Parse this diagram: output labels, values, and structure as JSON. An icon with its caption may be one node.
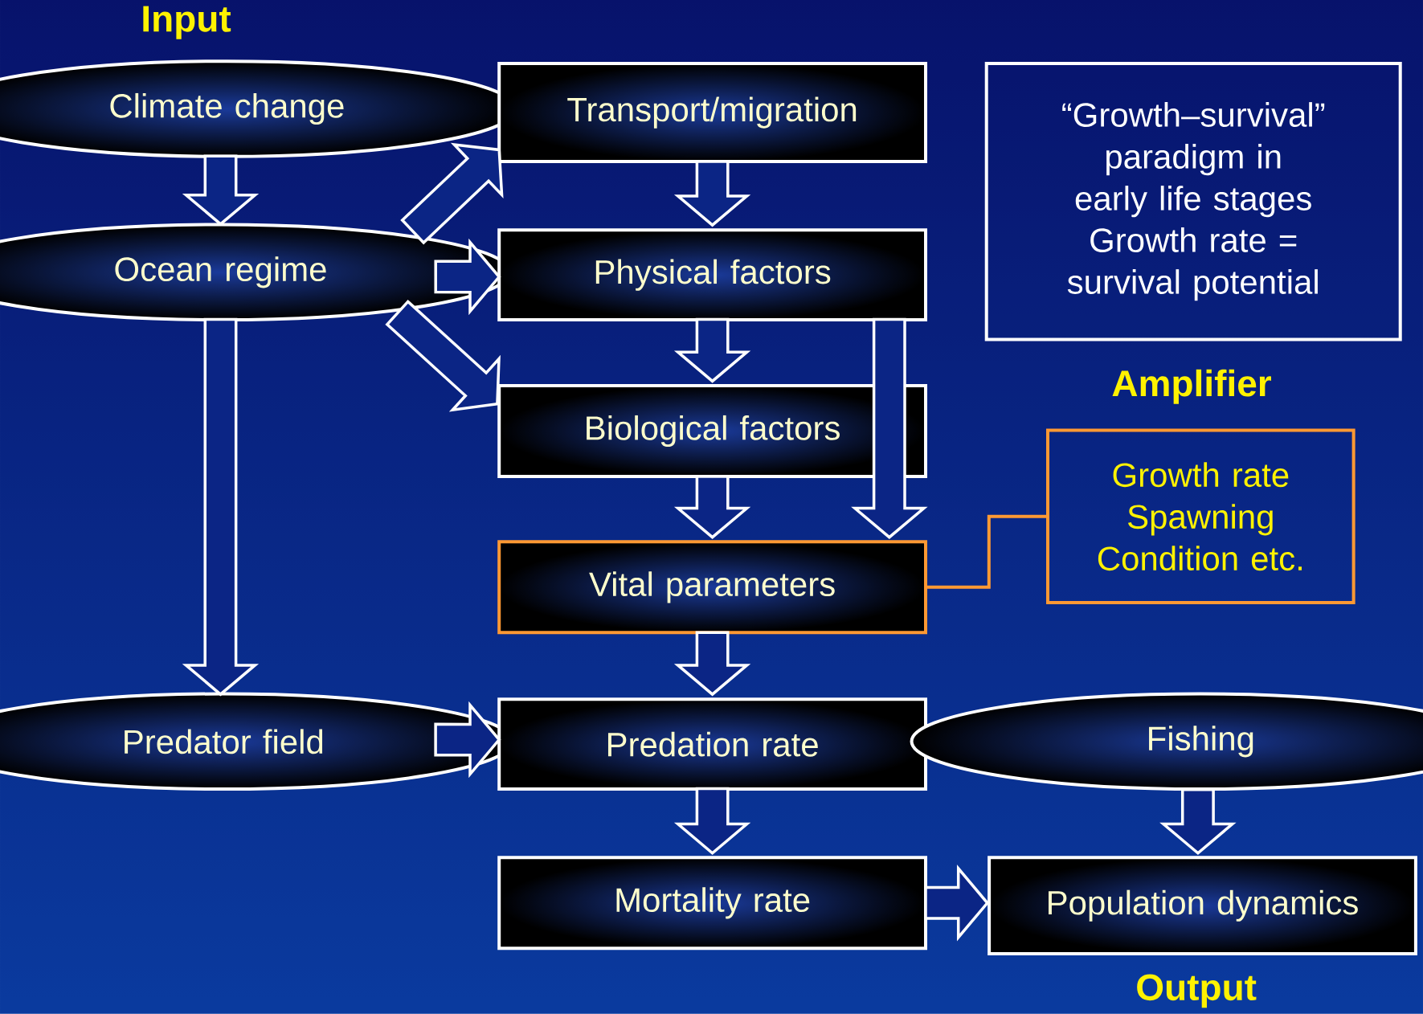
{
  "diagram": {
    "nodes": [
      {
        "text": [
          "Climate change"
        ]
      },
      {
        "text": [
          "Transport/migration"
        ]
      },
      {
        "text": [
          "“Growth–survival” paradigm in early life stages",
          "Growth rate = survival potential"
        ]
      },
      {
        "text": [
          "Ocean regime"
        ]
      },
      {
        "text": [
          "Physical factors"
        ]
      },
      {
        "text": [
          "Biological factors"
        ]
      },
      {
        "text": [
          "Growth rate Spawning Condition etc."
        ]
      },
      {
        "text": [
          "Vital parameters"
        ]
      },
      {
        "text": [
          "Predator field"
        ]
      },
      {
        "text": [
          "Predation rate"
        ]
      },
      {
        "text": [
          "Fishing"
        ]
      },
      {
        "text": [
          "Mortality rate"
        ]
      },
      {
        "text": [
          "Population dynamics"
        ]
      }
    ],
    "edges": [
      {
        "from": 0,
        "to": 3,
        "arrow": "to"
      },
      {
        "from": 3,
        "to": 1,
        "arrow": "to"
      },
      {
        "from": 3,
        "to": 4,
        "arrow": "to"
      },
      {
        "from": 3,
        "to": 5,
        "arrow": "to"
      },
      {
        "from": 3,
        "to": 8,
        "arrow": "to"
      },
      {
        "from": 1,
        "to": 4,
        "arrow": "to"
      },
      {
        "from": 4,
        "to": 5,
        "arrow": "to"
      },
      {
        "from": 4,
        "to": 7,
        "arrow": "to"
      },
      {
        "from": 5,
        "to": 7,
        "arrow": "to"
      },
      {
        "from": 7,
        "to": 9,
        "arrow": "to"
      },
      {
        "from": 8,
        "to": 9,
        "arrow": "to"
      },
      {
        "from": 9,
        "to": 11,
        "arrow": "to"
      },
      {
        "from": 10,
        "to": 12,
        "arrow": "to"
      },
      {
        "from": 11,
        "to": 12,
        "arrow": "to"
      },
      {
        "from": 7,
        "to": 6,
        "arrow": "none",
        "color": "#ff9933"
      }
    ],
    "labels": [
      "Input",
      "Amplifier",
      "Output"
    ]
  }
}
